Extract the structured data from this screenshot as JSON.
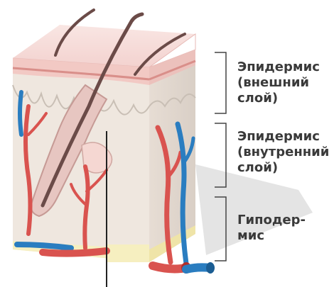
{
  "labels": {
    "epidermis_outer": "Эпидермис\n(внешний\nслой)",
    "epidermis_inner": "Эпидермис\n(внутренний\nслой)",
    "hypodermis": "Гиподер-\nмис"
  },
  "colors": {
    "skin_surface": "#f4d9d6",
    "epidermis_band": "#e8a9a6",
    "dermis": "#efe7df",
    "hypodermis_fat": "#f6efc0",
    "artery": "#d9534f",
    "vein": "#2a7dc0",
    "hair": "#6b4b48",
    "bracket": "#444444"
  }
}
